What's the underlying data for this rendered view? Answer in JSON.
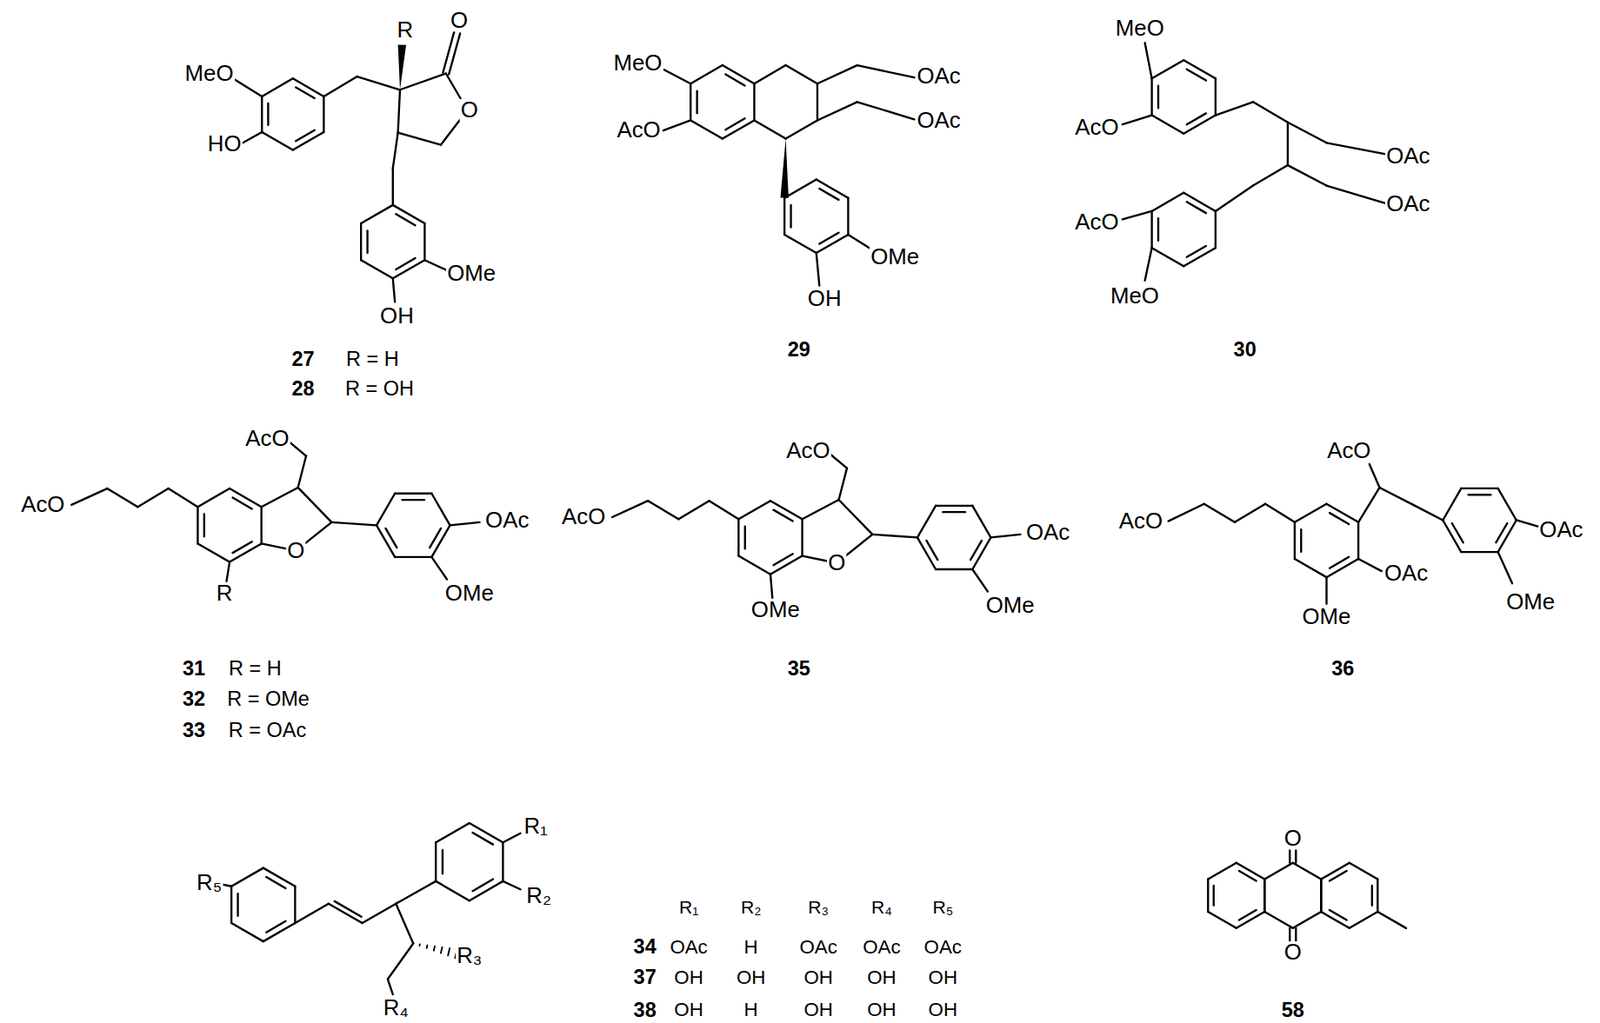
{
  "diagram": {
    "labels": [
      "R",
      "O",
      "MeO",
      "O",
      "HO",
      "OMe",
      "OH",
      "27",
      "R = H",
      "28",
      "R = OH",
      "MeO",
      "OAc",
      "AcO",
      "OAc",
      "OMe",
      "OH",
      "29",
      "MeO",
      "AcO",
      "OAc",
      "OAc",
      "AcO",
      "MeO",
      "30",
      "AcO",
      "AcO",
      "OAc",
      "O",
      "R",
      "OMe",
      "31",
      "R = H",
      "32",
      "R = OMe",
      "33",
      "R = OAc",
      "AcO",
      "AcO",
      "OAc",
      "O",
      "OMe",
      "OMe",
      "35",
      "AcO",
      "AcO",
      "OAc",
      "OAc",
      "OMe",
      "OMe",
      "36",
      "R₁",
      "R₅",
      "R₂",
      "R₃",
      "R₄",
      "R₁",
      "R₂",
      "R₃",
      "R₄",
      "R₅",
      "34",
      "OAc",
      "H",
      "OAc",
      "OAc",
      "OAc",
      "37",
      "OH",
      "OH",
      "OH",
      "OH",
      "OH",
      "38",
      "OH",
      "H",
      "OH",
      "OH",
      "OH",
      "O",
      "O",
      "58"
    ]
  }
}
